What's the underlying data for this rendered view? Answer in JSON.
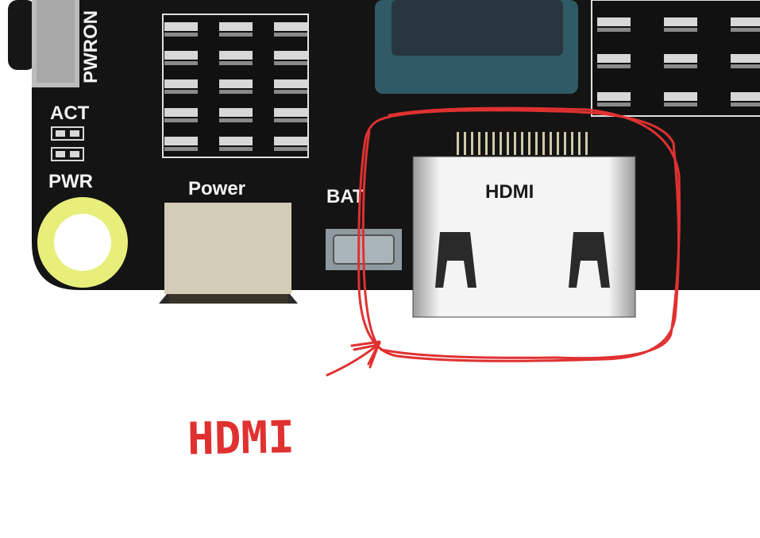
{
  "labels": {
    "pwron": "PWRON",
    "act": "ACT",
    "pwr": "PWR",
    "power": "Power",
    "bat": "BAT",
    "hdmi_port": "HDMI"
  },
  "annotation": {
    "text": "HDMI",
    "color": "#e03131"
  },
  "colors": {
    "board": "#141414",
    "chip": "#2f5a66",
    "chip_inner": "#27373d",
    "connector": "#d3ccb6",
    "pad_ring": "#e8ee7a",
    "annotation": "#e03131"
  },
  "icons": [
    "pin-header-icon",
    "led-icon",
    "mounting-hole-icon",
    "hdmi-port-icon",
    "arrow-icon",
    "circle-highlight-icon"
  ]
}
